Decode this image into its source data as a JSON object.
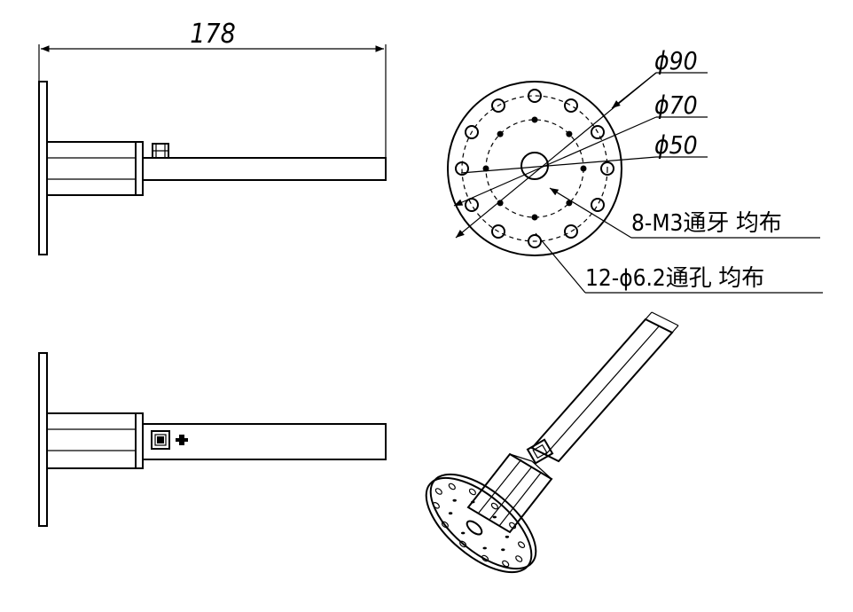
{
  "dimensions": {
    "overall_length": "178",
    "dia_outer": "ϕ90",
    "dia_mid": "ϕ70",
    "dia_inner": "ϕ50"
  },
  "callouts": {
    "threaded_holes": "8-M3通牙 均布",
    "through_holes": "12-ϕ6.2通孔 均布"
  },
  "hole_pattern": {
    "outer_hole_count": 12,
    "inner_hole_count": 8
  }
}
